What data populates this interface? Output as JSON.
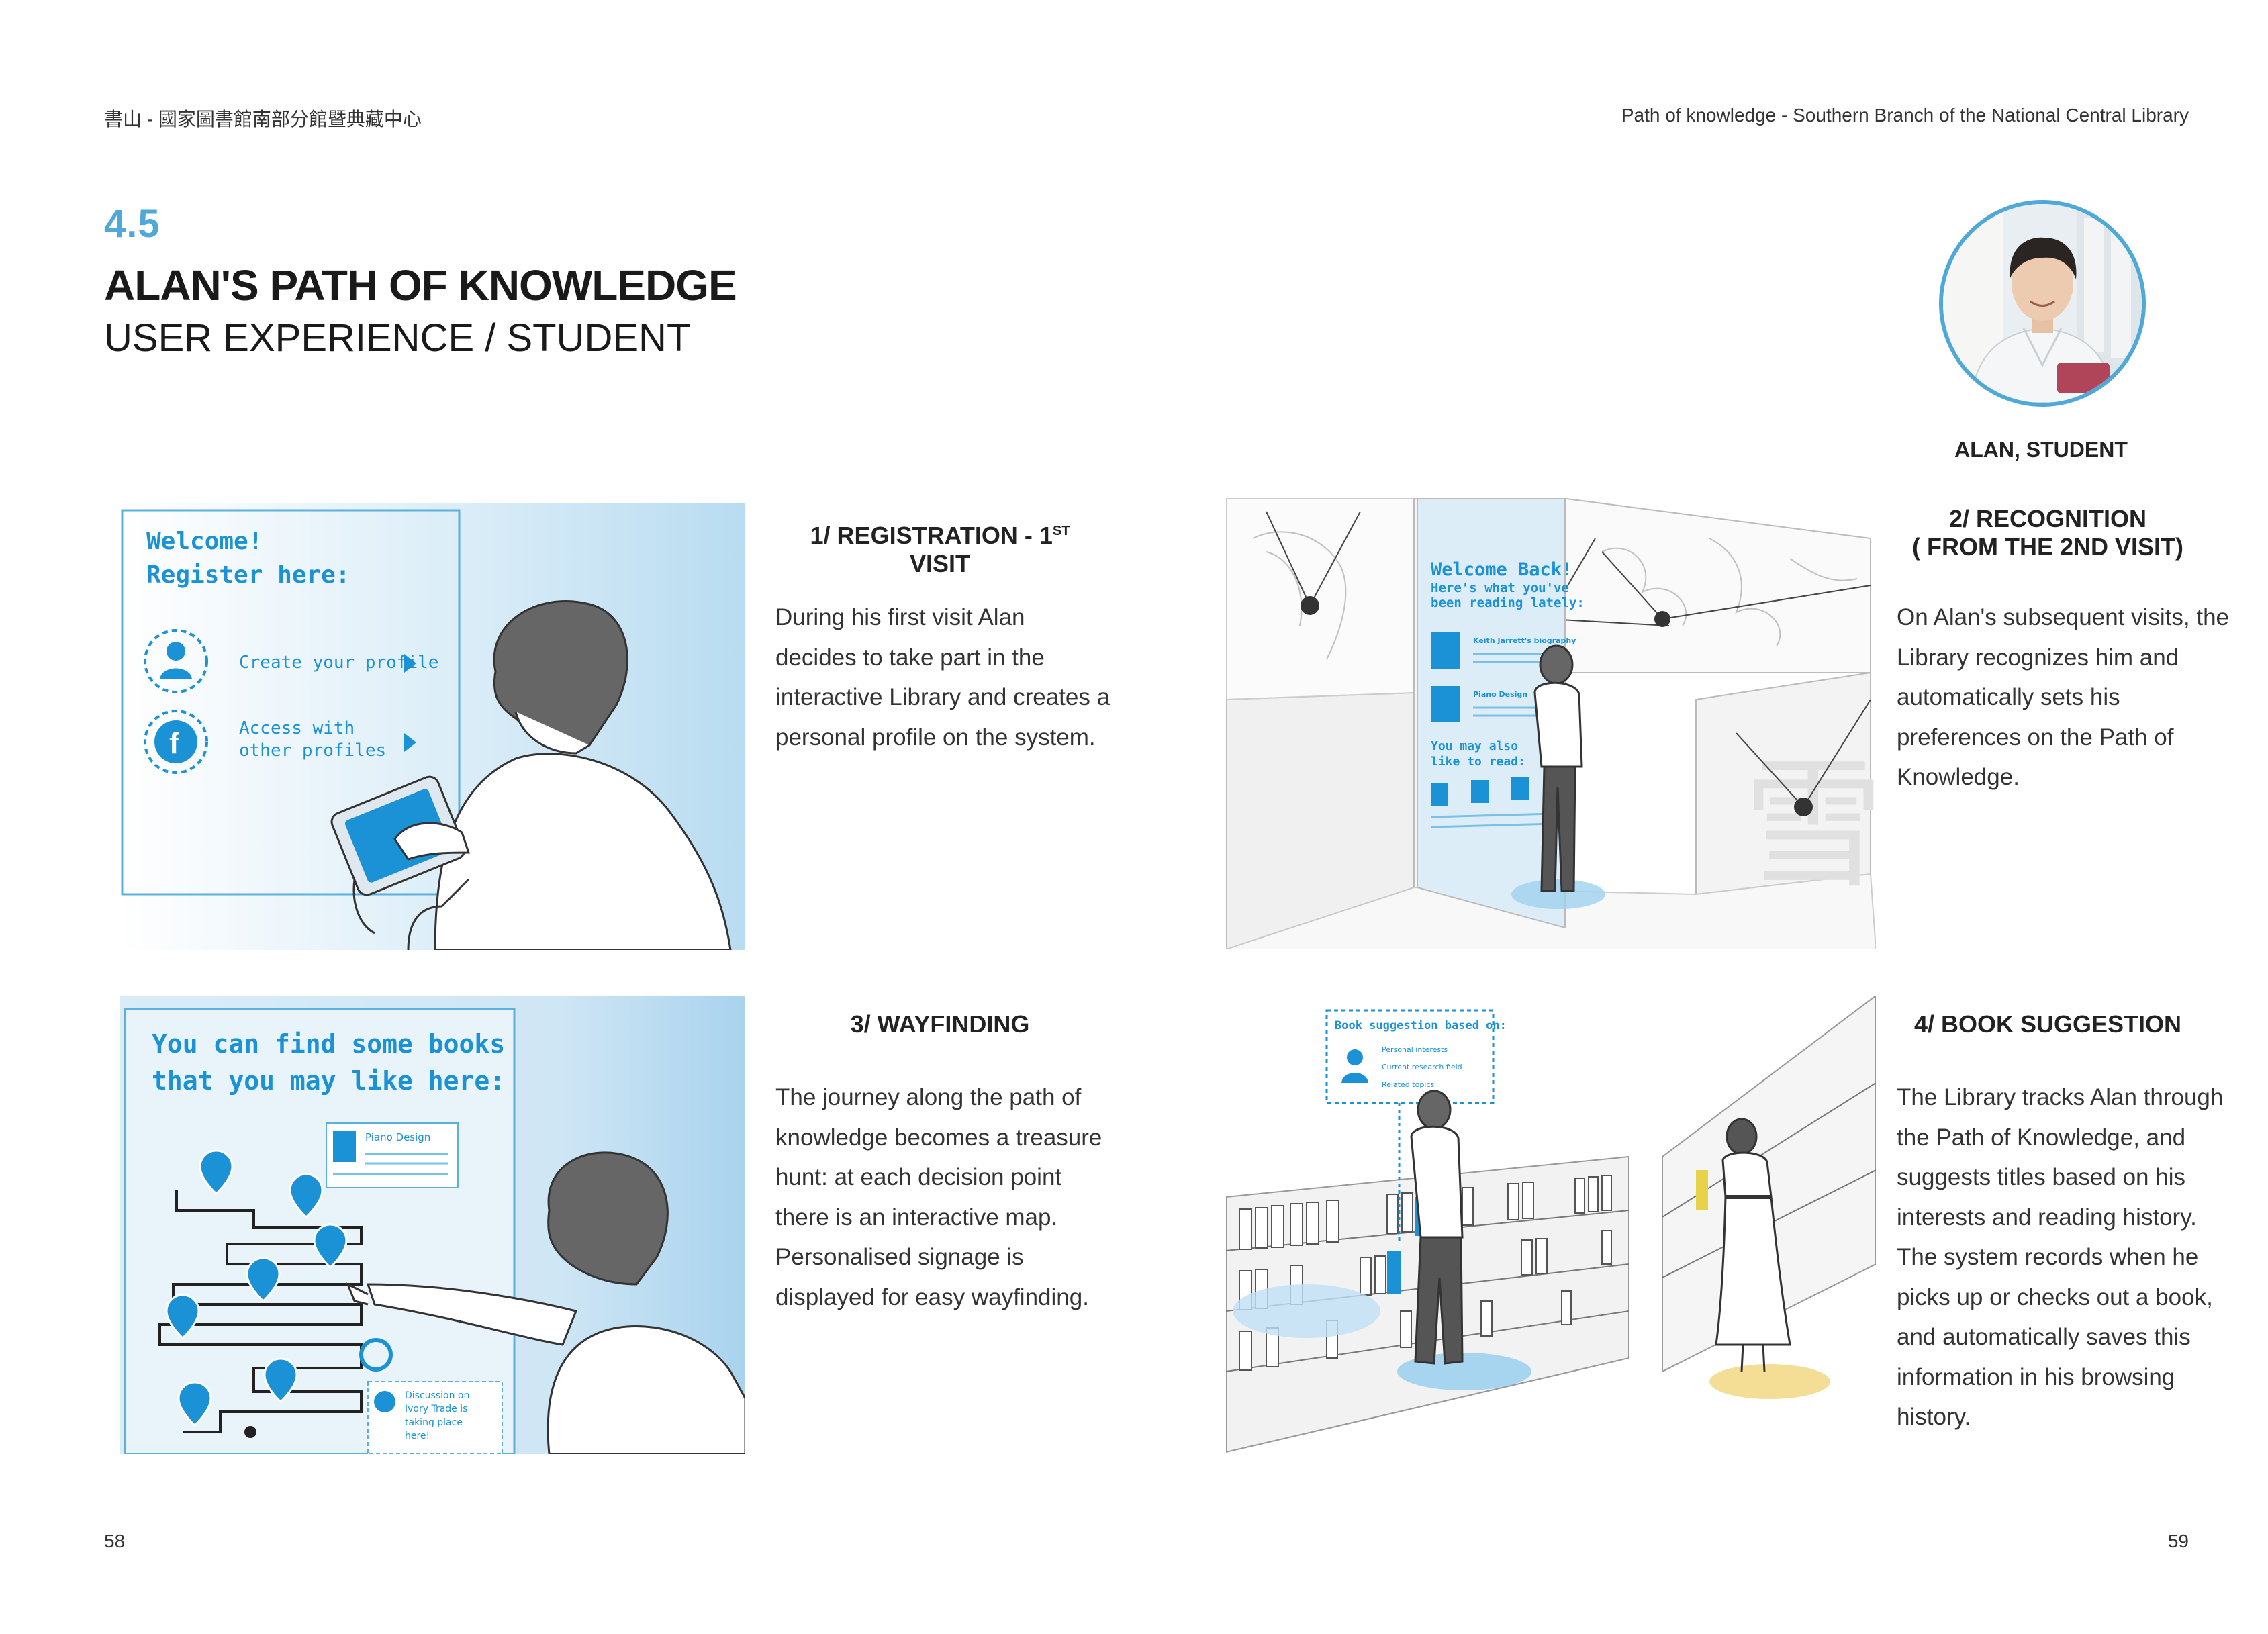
{
  "header": {
    "left": "書山 - 國家圖書館南部分館暨典藏中心",
    "right": "Path of knowledge - Southern Branch of the National Central Library"
  },
  "chapter": {
    "number": "4.5",
    "title": "ALAN'S PATH OF KNOWLEDGE",
    "subtitle": "USER EXPERIENCE / STUDENT"
  },
  "persona": {
    "caption": "ALAN, STUDENT"
  },
  "sections": [
    {
      "title_main": "1/ REGISTRATION - 1",
      "title_sup": "ST",
      "title_end": " VISIT",
      "body": "During his first visit Alan decides to take part in the interactive Library and creates a personal profile on the system."
    },
    {
      "title_line1": "2/ RECOGNITION",
      "title_line2": "( FROM THE 2ND VISIT)",
      "body": "On Alan's subsequent visits, the Library recognizes him and automatically sets his preferences on the Path of Knowledge."
    },
    {
      "title": "3/ WAYFINDING",
      "body": "The journey along the path of knowledge becomes a treasure hunt: at each decision point there is an interactive map.  Personalised signage is displayed for easy wayfinding."
    },
    {
      "title": "4/ BOOK SUGGESTION",
      "body": "The Library tracks Alan through the Path of Knowledge, and suggests titles based on his interests and reading history.  The system records when he picks up or checks out a book, and automatically saves this information in his browsing history."
    }
  ],
  "illustrations": {
    "registration": {
      "heading_line1": "Welcome!",
      "heading_line2": "Register here:",
      "option1": "Create your profile",
      "option2_line1": "Access with",
      "option2_line2": "other profiles"
    },
    "recognition": {
      "heading_line1": "Welcome Back!",
      "sub_line1": "Here's what you've",
      "sub_line2": "been reading lately:",
      "item1": "Keith Jarrett's biography",
      "item2": "Piano Design",
      "also_line1": "You may also",
      "also_line2": "like to read:",
      "glyph": "雪"
    },
    "wayfinding": {
      "heading_line1": "You can find some books",
      "heading_line2": "that you may like here:",
      "card_title": "Piano Design",
      "note_line1": "Discussion on",
      "note_line2": "Ivory Trade is",
      "note_line3": "taking place",
      "note_line4": "here!"
    },
    "suggestion": {
      "box_title": "Book suggestion based on:",
      "item1": "Personal interests",
      "item2": "Current research field",
      "item3": "Related topics"
    }
  },
  "page_numbers": {
    "left": "58",
    "right": "59"
  },
  "colors": {
    "accent": "#4fa9d8",
    "screen_blue": "#1b92d6",
    "text": "#333333"
  }
}
